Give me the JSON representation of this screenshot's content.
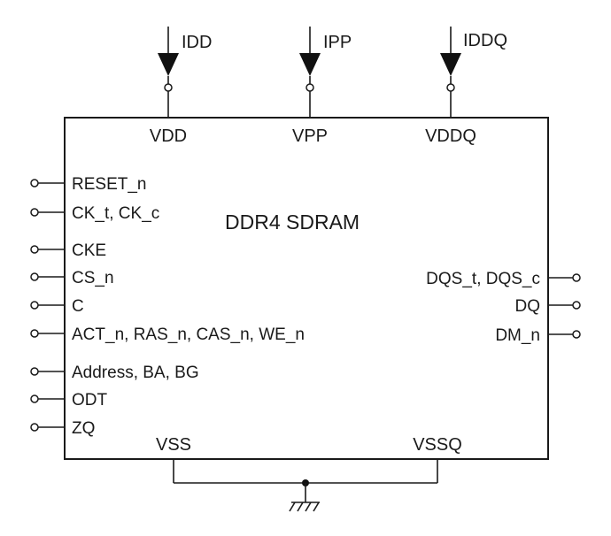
{
  "diagram": {
    "title": "DDR4 SDRAM",
    "supplies": [
      {
        "rail": "VDD",
        "current": "IDD"
      },
      {
        "rail": "VPP",
        "current": "IPP"
      },
      {
        "rail": "VDDQ",
        "current": "IDDQ"
      }
    ],
    "left_pins": [
      {
        "label": "RESET_n"
      },
      {
        "label": "CK_t, CK_c"
      },
      {
        "label": "CKE"
      },
      {
        "label": "CS_n"
      },
      {
        "label": "C"
      },
      {
        "label": "ACT_n, RAS_n, CAS_n, WE_n"
      },
      {
        "label": "Address, BA, BG"
      },
      {
        "label": "ODT"
      },
      {
        "label": "ZQ"
      }
    ],
    "right_pins": [
      {
        "label": "DQS_t, DQS_c"
      },
      {
        "label": "DQ"
      },
      {
        "label": "DM_n"
      }
    ],
    "grounds": [
      {
        "label": "VSS"
      },
      {
        "label": "VSSQ"
      }
    ]
  }
}
